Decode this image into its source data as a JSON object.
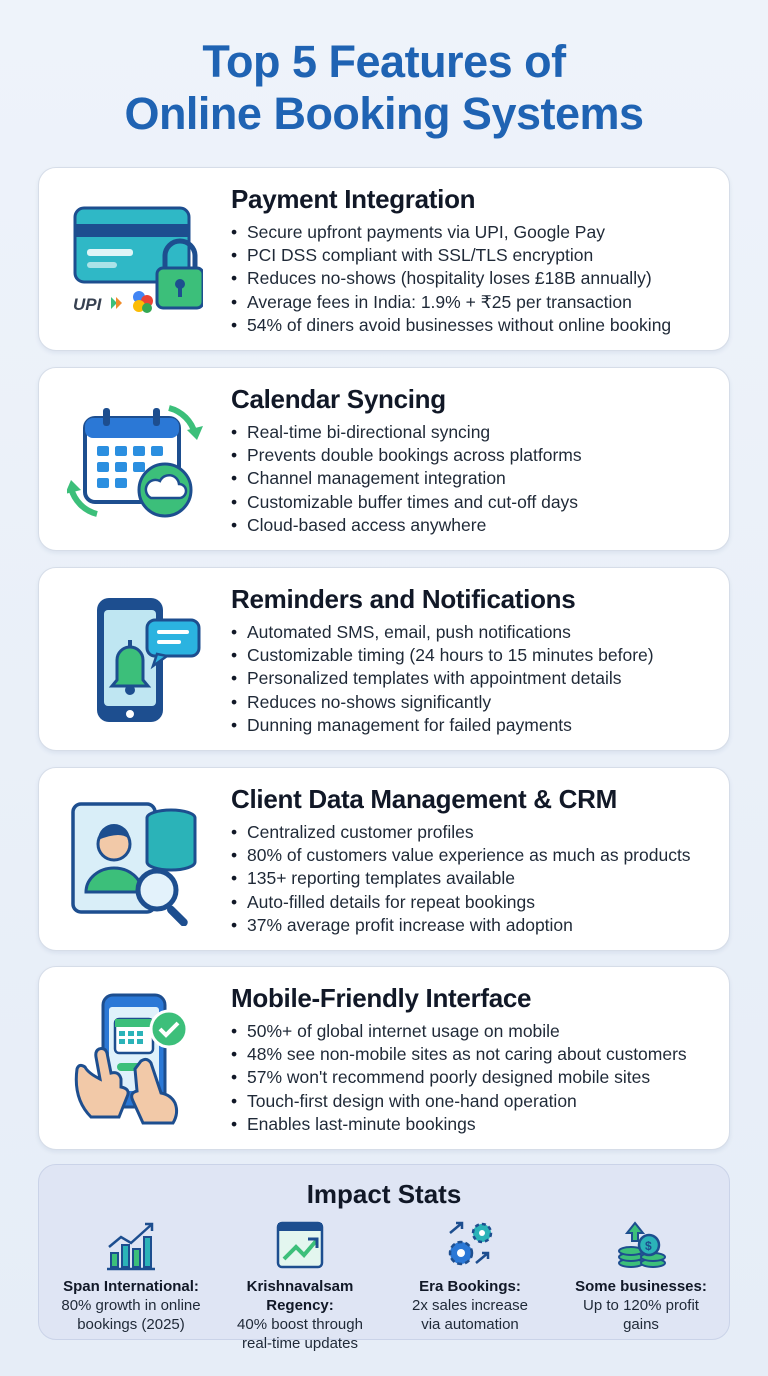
{
  "title": {
    "line1": "Top 5 Features of",
    "line2": "Online Booking Systems"
  },
  "colors": {
    "title": "#1f63b3",
    "accent_teal": "#2bb3b8",
    "accent_green": "#3cbf7a",
    "navy": "#1d4e8f"
  },
  "features": [
    {
      "title": "Payment Integration",
      "icon": "credit-card-lock-icon",
      "icon_text": "UPI",
      "bullets": [
        "Secure upfront payments via UPI, Google Pay",
        "PCI DSS compliant with SSL/TLS encryption",
        "Reduces no-shows (hospitality loses £18B annually)",
        "Average fees in India: 1.9% + ₹25 per transaction",
        "54% of diners avoid businesses without online booking"
      ]
    },
    {
      "title": "Calendar Syncing",
      "icon": "calendar-sync-icon",
      "bullets": [
        "Real-time bi-directional syncing",
        "Prevents double bookings across platforms",
        "Channel management integration",
        "Customizable buffer times and cut-off days",
        "Cloud-based access anywhere"
      ]
    },
    {
      "title": "Reminders and Notifications",
      "icon": "phone-bell-icon",
      "bullets": [
        "Automated SMS, email, push notifications",
        "Customizable timing (24 hours to 15 minutes before)",
        "Personalized templates with appointment details",
        "Reduces no-shows significantly",
        "Dunning management for failed payments"
      ]
    },
    {
      "title": "Client Data Management & CRM",
      "icon": "profile-database-icon",
      "bullets": [
        "Centralized customer profiles",
        "80% of customers value experience as much as products",
        "135+ reporting templates available",
        "Auto-filled details for repeat bookings",
        "37% average profit increase with adoption"
      ]
    },
    {
      "title": "Mobile-Friendly Interface",
      "icon": "mobile-touch-icon",
      "bullets": [
        "50%+ of global internet usage on mobile",
        "48% see non-mobile sites as not caring about customers",
        "57% won't recommend poorly designed mobile sites",
        "Touch-first design with one-hand operation",
        "Enables last-minute bookings"
      ]
    }
  ],
  "impact": {
    "title": "Impact Stats",
    "stats": [
      {
        "icon": "growth-chart-icon",
        "name": "Span International:",
        "desc": [
          "80% growth in online",
          "bookings (2025)"
        ]
      },
      {
        "icon": "trend-arrow-screen-icon",
        "name": "Krishnavalsam Regency:",
        "desc": [
          "40% boost through",
          "real-time updates"
        ]
      },
      {
        "icon": "gears-automation-icon",
        "name": "Era Bookings:",
        "desc": [
          "2x sales increase",
          "via automation"
        ]
      },
      {
        "icon": "coin-stack-icon",
        "name": "Some businesses:",
        "desc": [
          "Up to 120% profit",
          "gains"
        ]
      }
    ]
  }
}
